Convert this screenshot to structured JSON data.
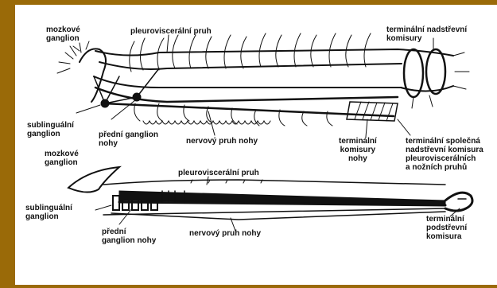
{
  "colors": {
    "frame": "#9a6a08",
    "canvas": "#ffffff",
    "ink": "#111111"
  },
  "labels": {
    "top_mozkove": "mozkové\nganglion",
    "top_pleuro": "pleuroviscerální pruh",
    "top_term_nadstr": "terminální nadstřevní\nkomisury",
    "top_subling": "sublinguální\nganglion",
    "top_predni": "přední ganglion\nnohy",
    "top_nervovy": "nervový pruh nohy",
    "top_term_kom": "terminální\nkomisury\nnohy",
    "top_term_spol": "terminální společná\nnadstřevní komisura\npleuroviscerálních\na nožních pruhů",
    "bot_mozkove": "mozkové\nganglion",
    "bot_pleuro": "pleuroviscerální pruh",
    "bot_subling": "sublinguální\nganglion",
    "bot_predni": "přední\nganglion nohy",
    "bot_nervovy": "nervový pruh nohy",
    "bot_term_podstr": "terminální\npodstřevní\nkomisura"
  }
}
